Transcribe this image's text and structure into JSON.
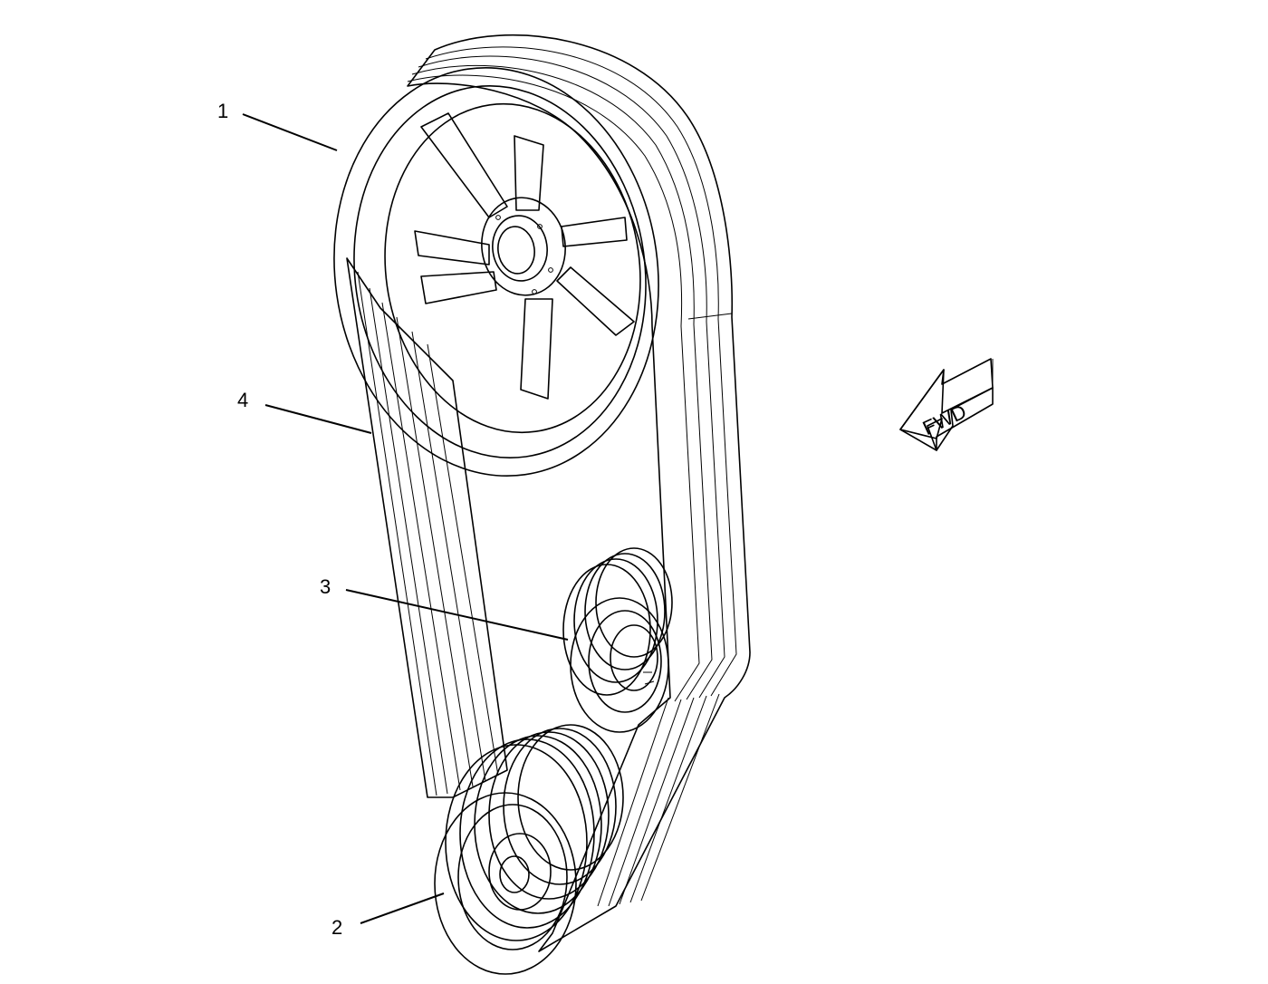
{
  "callouts": [
    {
      "id": "1",
      "label": "1"
    },
    {
      "id": "2",
      "label": "2"
    },
    {
      "id": "3",
      "label": "3"
    },
    {
      "id": "4",
      "label": "4"
    }
  ],
  "direction_arrow": {
    "label": "FWD"
  },
  "icons": {
    "large_pulley": "spoked-sheave-icon",
    "small_pulley": "grooved-sheave-icon",
    "idler_pulley": "idler-sheave-icon",
    "belt": "v-belt-set-icon",
    "arrow": "forward-arrow-icon"
  },
  "colors": {
    "line": "#000000",
    "belt_stipple": "#000000",
    "background": "#ffffff"
  }
}
